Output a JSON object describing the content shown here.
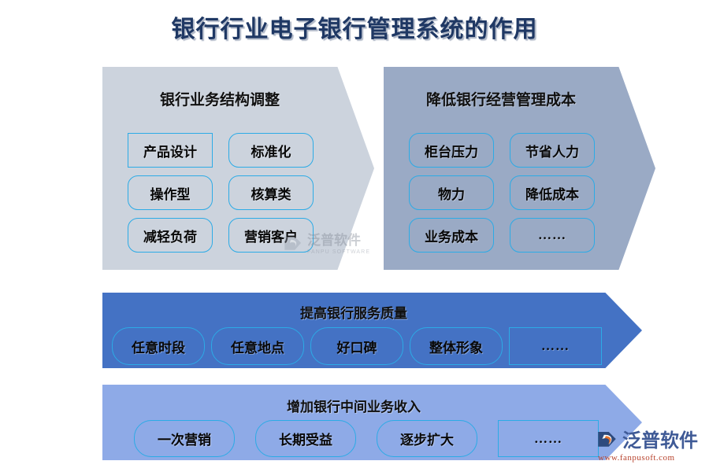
{
  "page": {
    "title": "银行行业电子银行管理系统的作用",
    "title_color": "#1f3864",
    "background": "#ffffff",
    "accent_border": "#2cabe6"
  },
  "panels": [
    {
      "id": "structure",
      "name": "银行业务结构调整",
      "shape": "chevron",
      "fill": "#ccd3dd",
      "items": [
        {
          "label": "产品设计",
          "corner": "square"
        },
        {
          "label": "标准化",
          "corner": "rounded"
        },
        {
          "label": "操作型",
          "corner": "rounded"
        },
        {
          "label": "核算类",
          "corner": "rounded"
        },
        {
          "label": "减轻负荷",
          "corner": "rounded"
        },
        {
          "label": "营销客户",
          "corner": "rounded"
        }
      ]
    },
    {
      "id": "cost",
      "name": "降低银行经营管理成本",
      "shape": "chevron",
      "fill": "#9aaac5",
      "items": [
        {
          "label": "柜台压力",
          "corner": "rounded"
        },
        {
          "label": "节省人力",
          "corner": "rounded"
        },
        {
          "label": "物力",
          "corner": "rounded"
        },
        {
          "label": "降低成本",
          "corner": "rounded"
        },
        {
          "label": "业务成本",
          "corner": "rounded"
        },
        {
          "label": "……",
          "corner": "rounded"
        }
      ]
    },
    {
      "id": "service",
      "name": "提高银行服务质量",
      "shape": "arrow-band",
      "fill": "#4472c4",
      "items": [
        {
          "label": "任意时段",
          "corner": "pill"
        },
        {
          "label": "任意地点",
          "corner": "pill"
        },
        {
          "label": "好口碑",
          "corner": "pill"
        },
        {
          "label": "整体形象",
          "corner": "pill"
        },
        {
          "label": "……",
          "corner": "square"
        }
      ]
    },
    {
      "id": "income",
      "name": "增加银行中间业务收入",
      "shape": "arrow-band",
      "fill": "#8eaae7",
      "items": [
        {
          "label": "一次营销",
          "corner": "pill"
        },
        {
          "label": "长期受益",
          "corner": "pill"
        },
        {
          "label": "逐步扩大",
          "corner": "pill"
        },
        {
          "label": "……",
          "corner": "square"
        }
      ]
    }
  ],
  "center_watermark": {
    "cn": "泛普软件",
    "en": "FANPU SOFTWARE"
  },
  "brand_logo": {
    "cn": "泛普软件",
    "url": "www.fanpusoft.com"
  }
}
